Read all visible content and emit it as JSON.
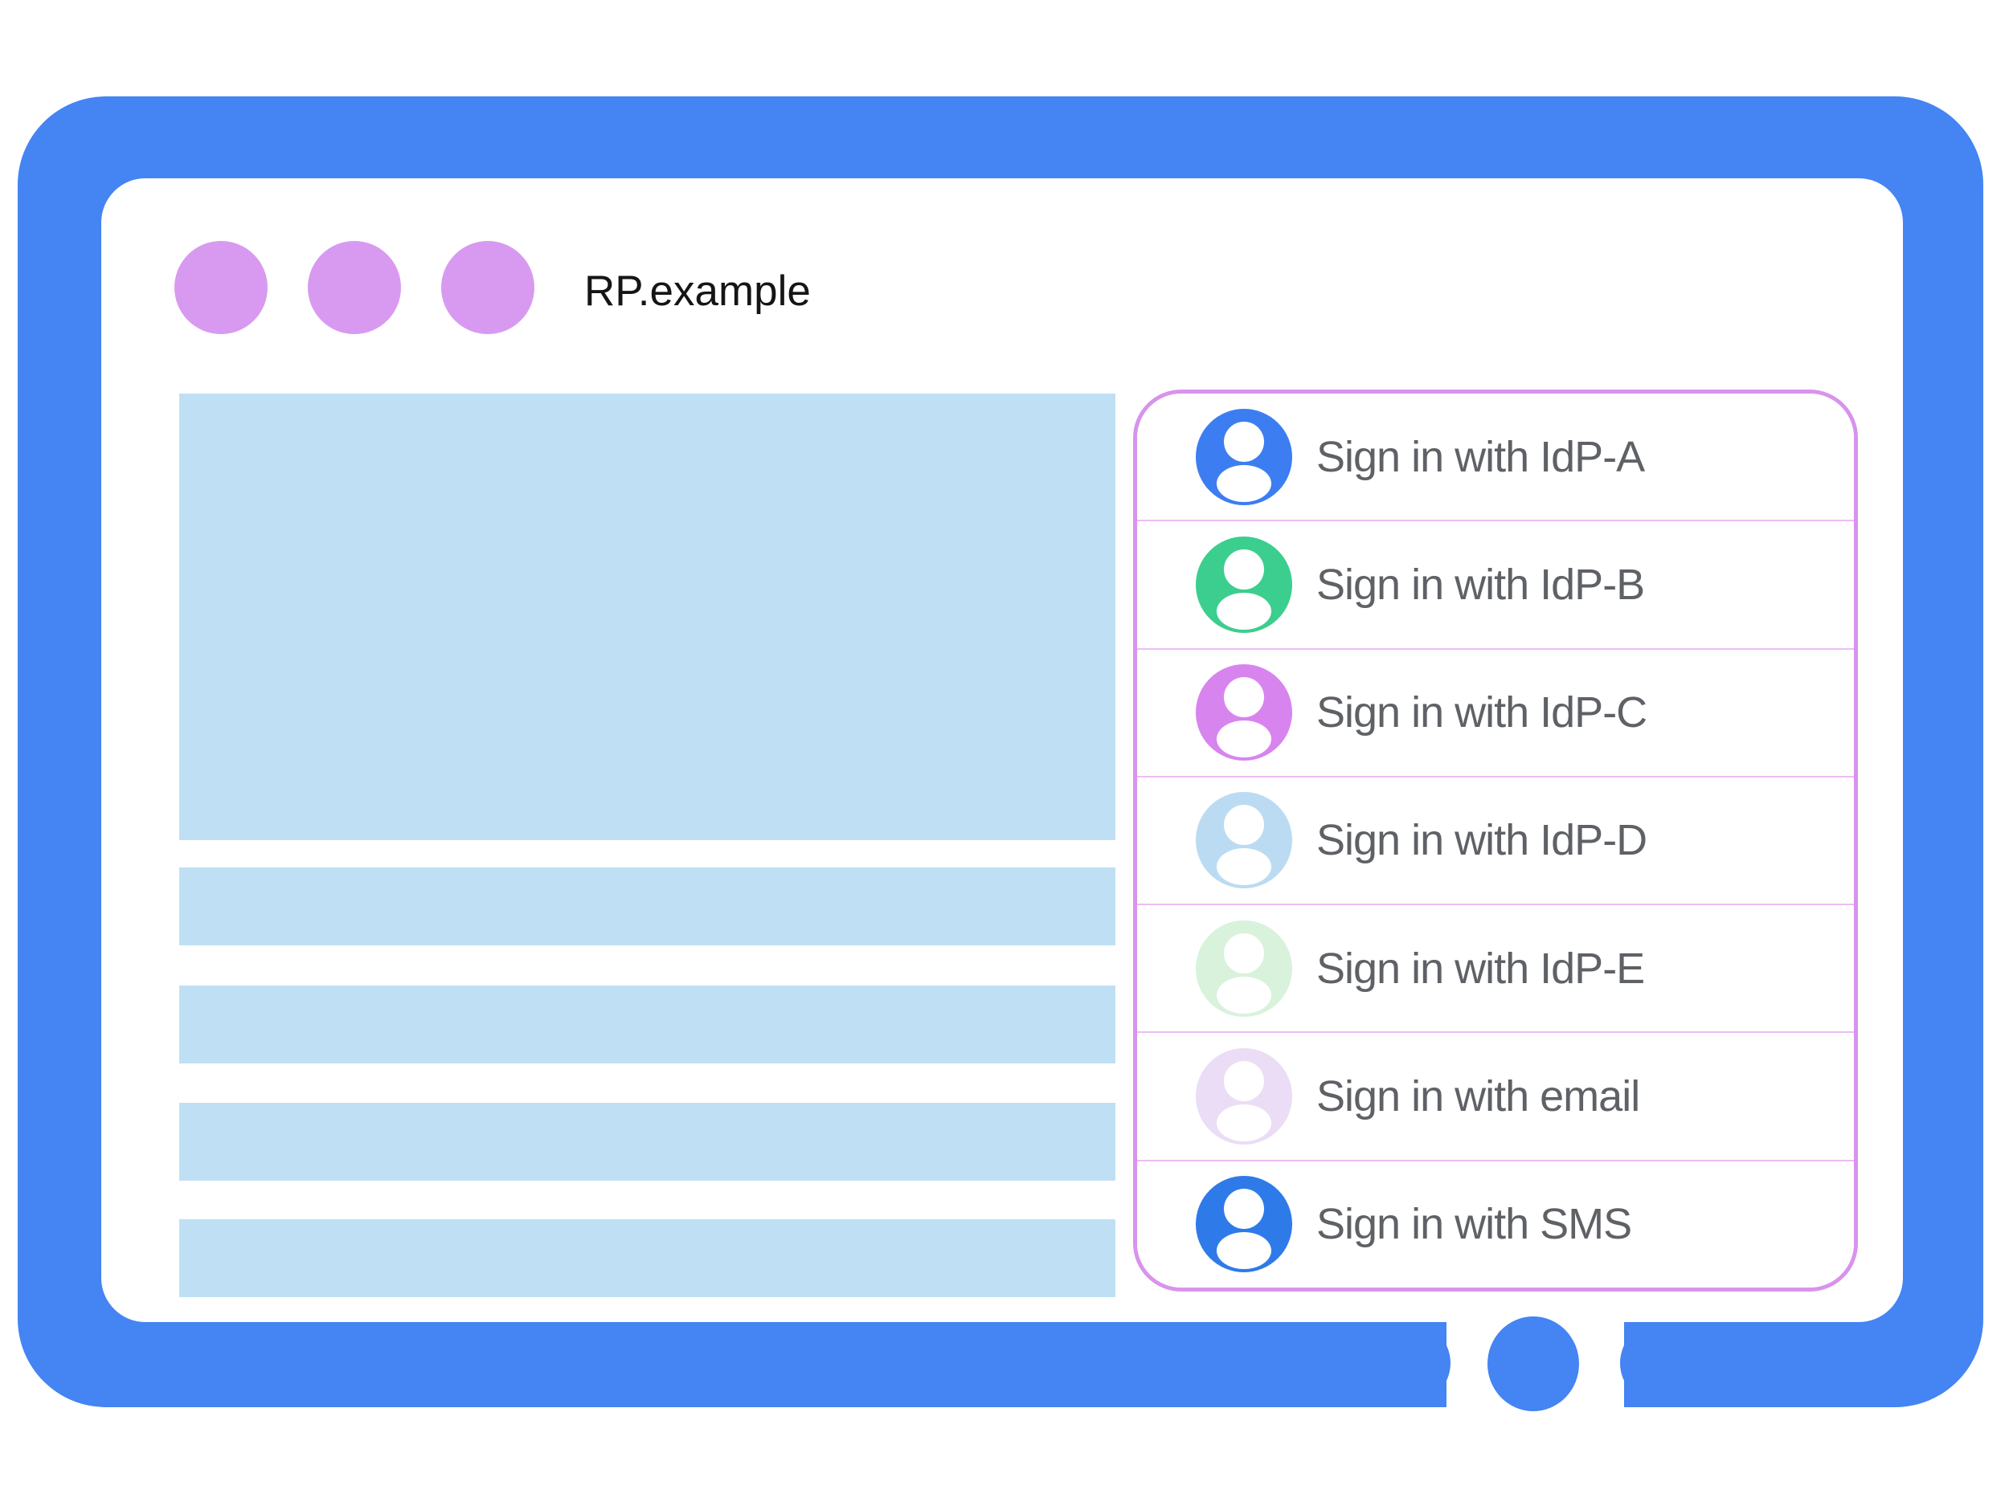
{
  "window": {
    "title": "RP.example",
    "control_dot_count": 3
  },
  "signin_panel": {
    "options": [
      {
        "label": "Sign in with IdP-A",
        "avatar_icon": "person-avatar-icon",
        "avatar_color": "#3C7DF1"
      },
      {
        "label": "Sign in with IdP-B",
        "avatar_icon": "person-avatar-icon",
        "avatar_color": "#3CCE8E"
      },
      {
        "label": "Sign in with IdP-C",
        "avatar_icon": "person-avatar-icon",
        "avatar_color": "#D884EF"
      },
      {
        "label": "Sign in with IdP-D",
        "avatar_icon": "person-avatar-icon",
        "avatar_color": "#BBDBF2"
      },
      {
        "label": "Sign in with IdP-E",
        "avatar_icon": "person-avatar-icon",
        "avatar_color": "#D8F2DC"
      },
      {
        "label": "Sign in with email",
        "avatar_icon": "person-avatar-icon",
        "avatar_color": "#EBDDF5"
      },
      {
        "label": "Sign in with SMS",
        "avatar_icon": "person-avatar-icon",
        "avatar_color": "#2F7AE9"
      }
    ]
  },
  "colors": {
    "frame_blue": "#4484F3",
    "window_dot_purple": "#D89AF0",
    "content_placeholder_blue": "#BFE0F4",
    "panel_border_purple": "#D893EC",
    "panel_divider_pink": "#EBBEF4",
    "option_label_gray": "#5E6166",
    "title_black": "#151515"
  }
}
